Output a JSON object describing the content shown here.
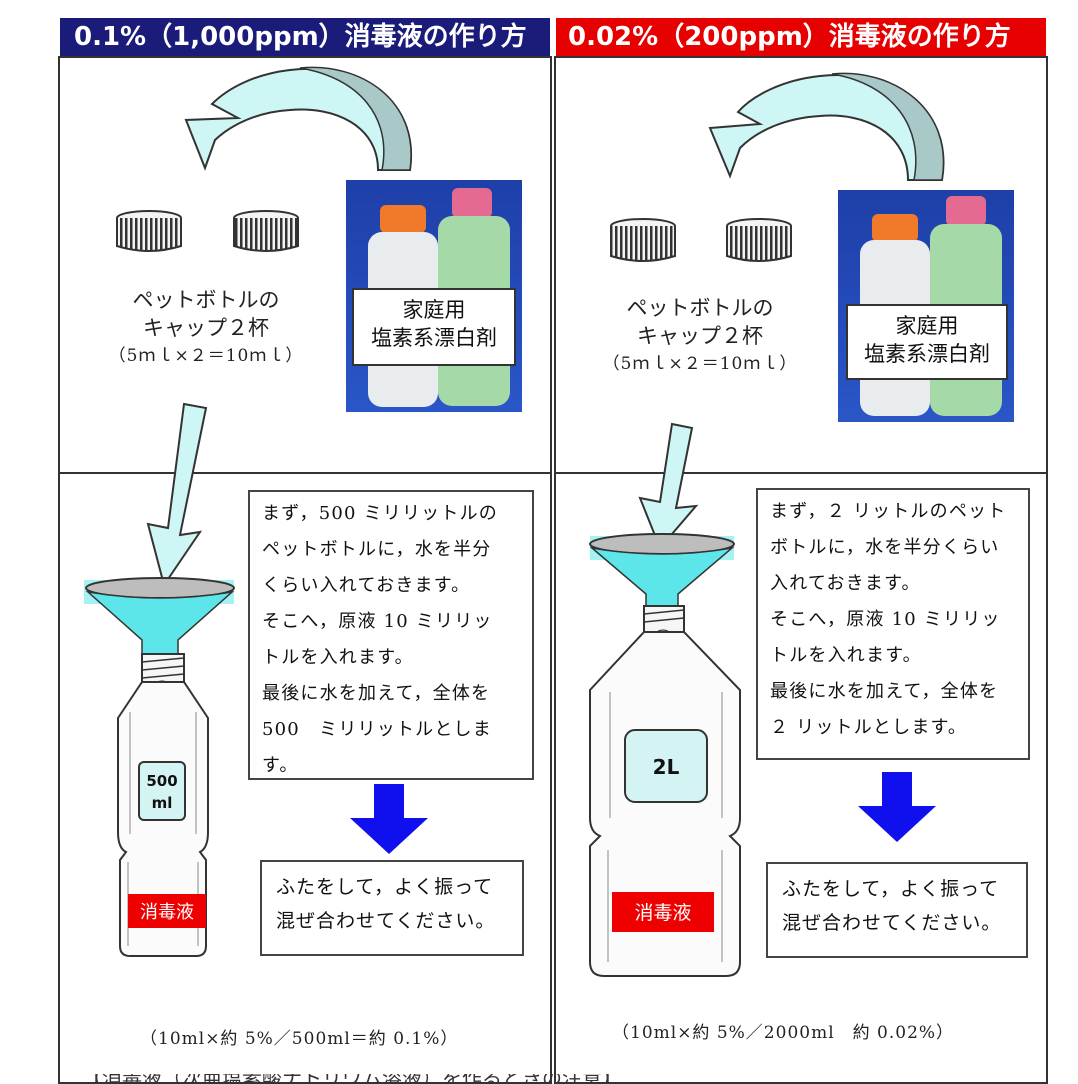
{
  "left": {
    "header": "0.1%（1,000ppm）消毒液の作り方",
    "caps_caption": [
      "ペットボトルの",
      "キャップ２杯"
    ],
    "caps_amount": "（5ｍｌ×２＝10ｍｌ）",
    "bleach_label": [
      "家庭用",
      "塩素系漂白剤"
    ],
    "instructions": [
      "まず，500 ミリリットルの",
      "ペットボトルに，水を半分",
      "くらい入れておきます。",
      "そこへ，原液 10 ミリリッ",
      "トルを入れます。",
      "最後に水を加えて，全体を",
      "500　ミリリットルとしま",
      "す。"
    ],
    "bottle_label": [
      "500",
      "ml"
    ],
    "bottle_tag": "消毒液",
    "shake": [
      "ふたをして，よく振って",
      "混ぜ合わせてください。"
    ],
    "formula": "（10ml×約 5%／500ml＝約 0.1%）"
  },
  "right": {
    "header": "0.02%（200ppm）消毒液の作り方",
    "caps_caption": [
      "ペットボトルの",
      "キャップ２杯"
    ],
    "caps_amount": "（5ｍｌ×２＝10ｍｌ）",
    "bleach_label": [
      "家庭用",
      "塩素系漂白剤"
    ],
    "instructions": [
      "まず，２ リットルのペット",
      "ボトルに，水を半分くらい",
      "入れておきます。",
      "そこへ，原液 10 ミリリッ",
      "トルを入れます。",
      "最後に水を加えて，全体を",
      "２ リットルとします。"
    ],
    "bottle_label": "2L",
    "bottle_tag": "消毒液",
    "shake": [
      "ふたをして，よく振って",
      "混ぜ合わせてください。"
    ],
    "formula": "（10ml×約 5%／2000ml　約 0.02%）"
  },
  "footer_partial": "【消毒液（次亜塩素酸ナトリウム溶液）を作るときの注意】",
  "colors": {
    "left_header_bg": "#1b1b7a",
    "right_header_bg": "#e60000",
    "arrow_fill": "#cdf6f4",
    "arrow_dark": "#a8c9c7",
    "funnel": "#5ce6ea",
    "down_arrow": "#1010ee",
    "bottle_tag": "#ee0000"
  }
}
